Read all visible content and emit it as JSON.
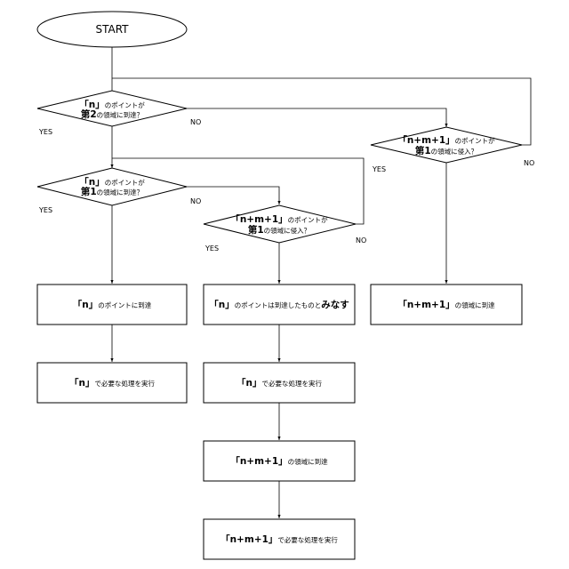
{
  "start": {
    "label": "START"
  },
  "decisions": {
    "d1": {
      "line1_bold": "「n」",
      "line1_rest": "のポイントが",
      "line2_bold": "第2",
      "line2_rest": "の領域に到達？"
    },
    "d2": {
      "line1_bold": "「n」",
      "line1_rest": "のポイントが",
      "line2_bold": "第1",
      "line2_rest": "の領域に到達？"
    },
    "d3": {
      "line1_bold": "「n+m+1」",
      "line1_rest": "のポイントが",
      "line2_bold": "第1",
      "line2_rest": "の領域に侵入？"
    },
    "d4": {
      "line1_bold": "「n+m+1」",
      "line1_rest": "のポイントが",
      "line2_bold": "第1",
      "line2_rest": "の領域に侵入？"
    }
  },
  "labels": {
    "yes": "YES",
    "no": "NO"
  },
  "boxes": {
    "b1": {
      "bold": "「n」",
      "rest": "のポイントに到達"
    },
    "b2": {
      "bold": "「n」",
      "rest": "のポイントは到達したものと",
      "bold2": "みなす"
    },
    "b3": {
      "bold": "「n+m+1」",
      "rest": "の領域に到達"
    },
    "b4": {
      "bold": "「n」",
      "rest": "で必要な処理を実行"
    },
    "b5": {
      "bold": "「n」",
      "rest": "で必要な処理を実行"
    },
    "b6": {
      "bold": "「n+m+1」",
      "rest": "の領域に到達"
    },
    "b7": {
      "bold": "「n+m+1」",
      "rest": "で必要な処理を実行"
    }
  }
}
